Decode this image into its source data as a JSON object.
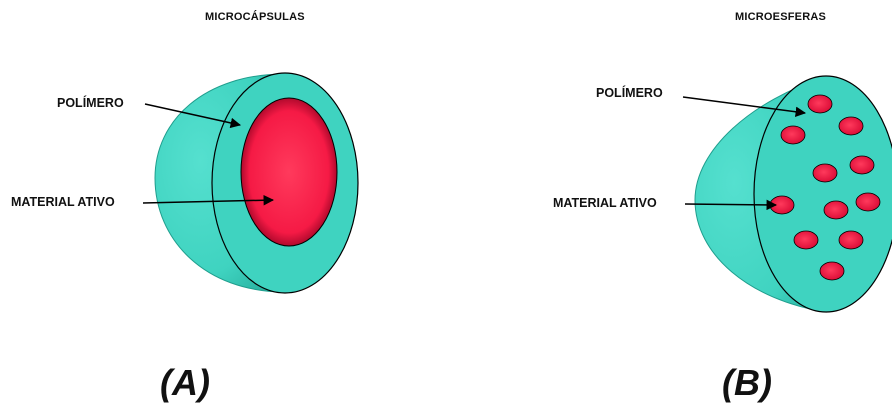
{
  "panels": [
    {
      "title": "MICROCÁPSULAS",
      "letter": "(A)",
      "labels": [
        "POLÍMERO",
        "MATERIAL ATIVO"
      ]
    },
    {
      "title": "MICROESFERAS",
      "letter": "(B)",
      "labels": [
        "POLÍMERO",
        "MATERIAL ATIVO"
      ]
    }
  ],
  "colors": {
    "polymer": "#3fd3c0",
    "polymer_dark": "#1f9e8d",
    "active_material": "#ff1f47",
    "active_material_dark": "#b5002a",
    "outline": "#000000"
  }
}
